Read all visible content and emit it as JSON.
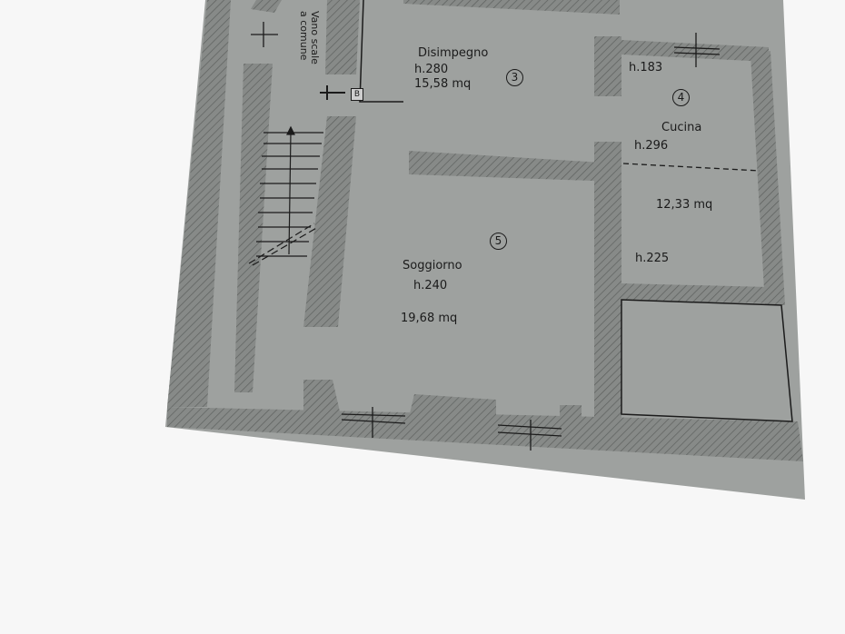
{
  "stair": {
    "label_line1": "Vano scale",
    "label_line2": "a comune",
    "box_label": "B"
  },
  "rooms": [
    {
      "id": "disimpegno",
      "number": "3",
      "name": "Disimpegno",
      "height": "h.280",
      "area": "15,58 mq"
    },
    {
      "id": "cucina",
      "number": "4",
      "name": "Cucina",
      "height_top_left": "h.183",
      "height_top": "h.296",
      "area": "12,33 mq",
      "height_bottom": "h.225"
    },
    {
      "id": "soggiorno",
      "number": "5",
      "name": "Soggiorno",
      "height": "h.240",
      "area": "19,68 mq"
    }
  ],
  "colors": {
    "floor": "#9ea19f",
    "wall": "#868987",
    "page": "#f7f7f7",
    "ink": "#1b1b1b"
  }
}
